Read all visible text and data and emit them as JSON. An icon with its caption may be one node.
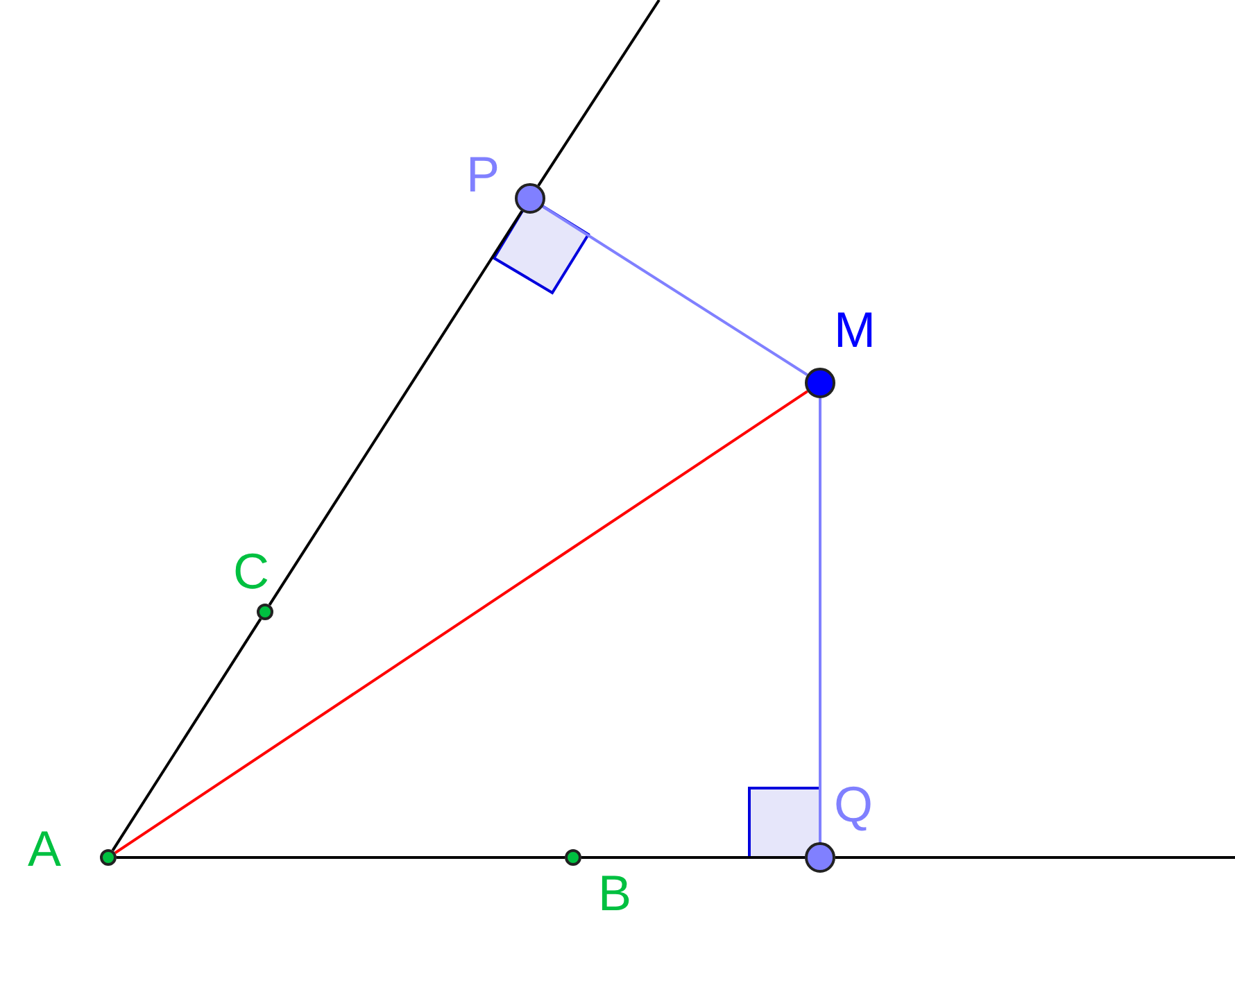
{
  "diagram": {
    "nodes": [
      {
        "text": [],
        "shape": "circle",
        "beside": [
          "P"
        ]
      },
      {
        "text": [],
        "shape": "circle",
        "beside": [
          "M"
        ]
      },
      {
        "text": [],
        "shape": "circle",
        "beside": [
          "C"
        ]
      },
      {
        "text": [],
        "shape": "circle",
        "beside": [
          "Q"
        ]
      },
      {
        "text": [],
        "shape": "circle",
        "beside": [
          "A"
        ]
      },
      {
        "text": [],
        "shape": "circle",
        "beside": [
          "B"
        ]
      }
    ],
    "edges": [
      {
        "from": 4,
        "to": 2,
        "arrow": "none"
      },
      {
        "from": 2,
        "to": 0,
        "arrow": "none"
      },
      {
        "from": 0,
        "to": null,
        "arrow": "none"
      },
      {
        "from": 4,
        "to": 5,
        "arrow": "none"
      },
      {
        "from": 5,
        "to": 3,
        "arrow": "none"
      },
      {
        "from": 3,
        "to": null,
        "arrow": "none"
      },
      {
        "from": 4,
        "to": 1,
        "arrow": "none",
        "color": "#ff0000"
      },
      {
        "from": 0,
        "to": 1,
        "arrow": "none",
        "color": "#8080ff"
      },
      {
        "from": 1,
        "to": 3,
        "arrow": "none",
        "color": "#8080ff"
      }
    ]
  }
}
